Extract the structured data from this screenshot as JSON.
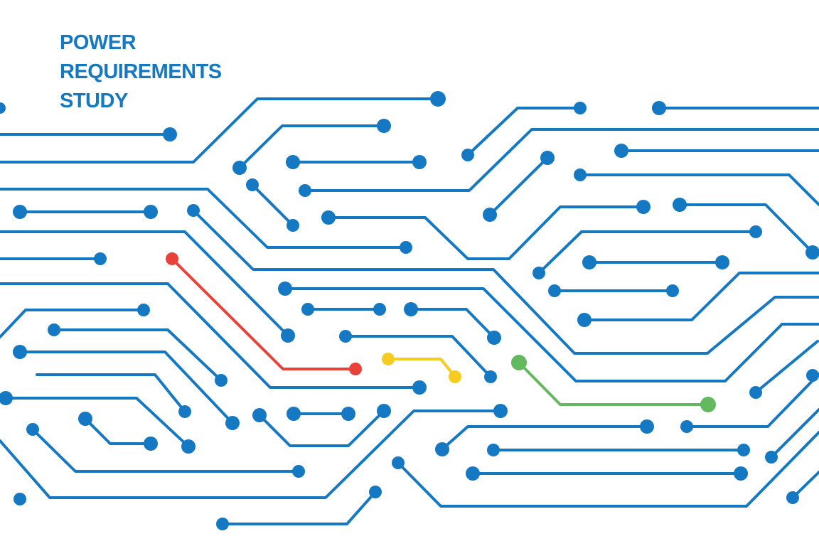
{
  "title": {
    "lines": [
      "POWER",
      "REQUIREMENTS",
      "STUDY"
    ]
  },
  "colors": {
    "primary": "#1478c2",
    "accent_red": "#e8423b",
    "accent_yellow": "#f5cc1f",
    "accent_green": "#63b95e",
    "background": "#ffffff"
  }
}
